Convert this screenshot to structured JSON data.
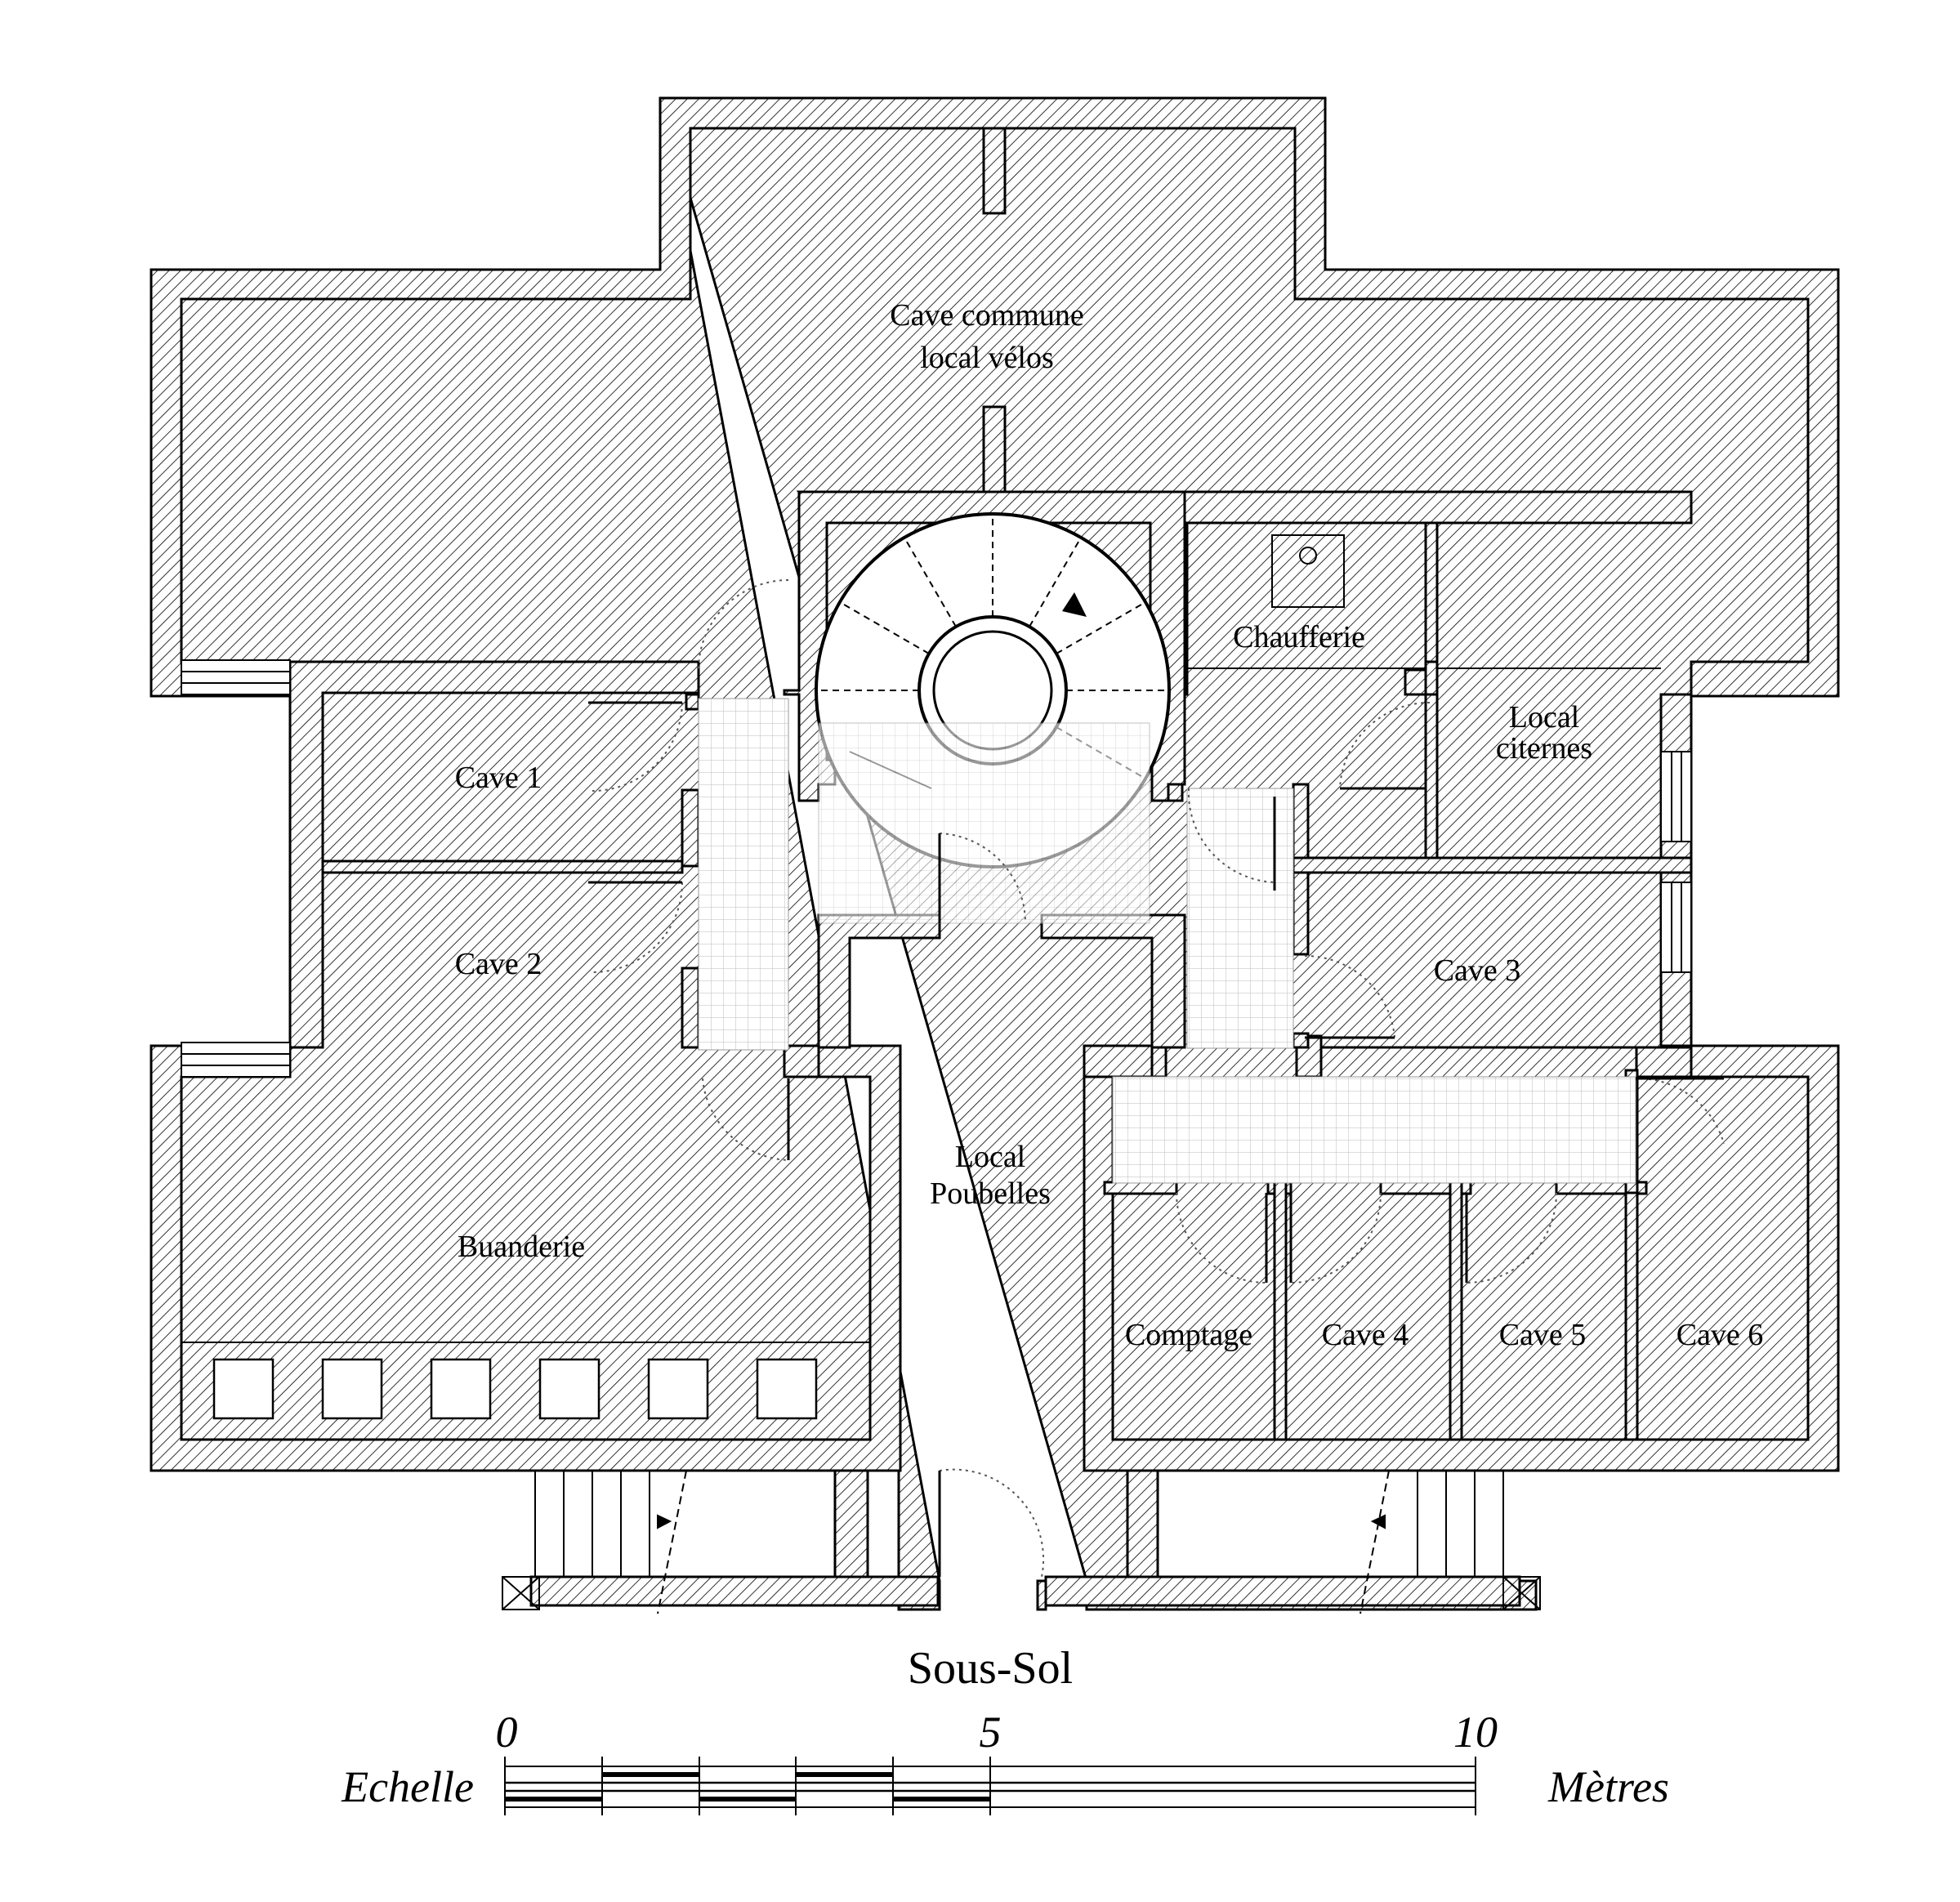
{
  "rooms": {
    "cave_commune_1": "Cave commune",
    "cave_commune_2": "local vélos",
    "chaufferie": "Chaufferie",
    "local_citernes_1": "Local",
    "local_citernes_2": "citernes",
    "cave1": "Cave 1",
    "cave2": "Cave 2",
    "cave3": "Cave 3",
    "poubelles_1": "Local",
    "poubelles_2": "Poubelles",
    "buanderie": "Buanderie",
    "comptage": "Comptage",
    "cave4": "Cave 4",
    "cave5": "Cave 5",
    "cave6": "Cave 6"
  },
  "title": "Sous-Sol",
  "scale": {
    "label_left": "Echelle",
    "label_right": "Mètres",
    "tick0": "0",
    "tick5": "5",
    "tick10": "10"
  }
}
